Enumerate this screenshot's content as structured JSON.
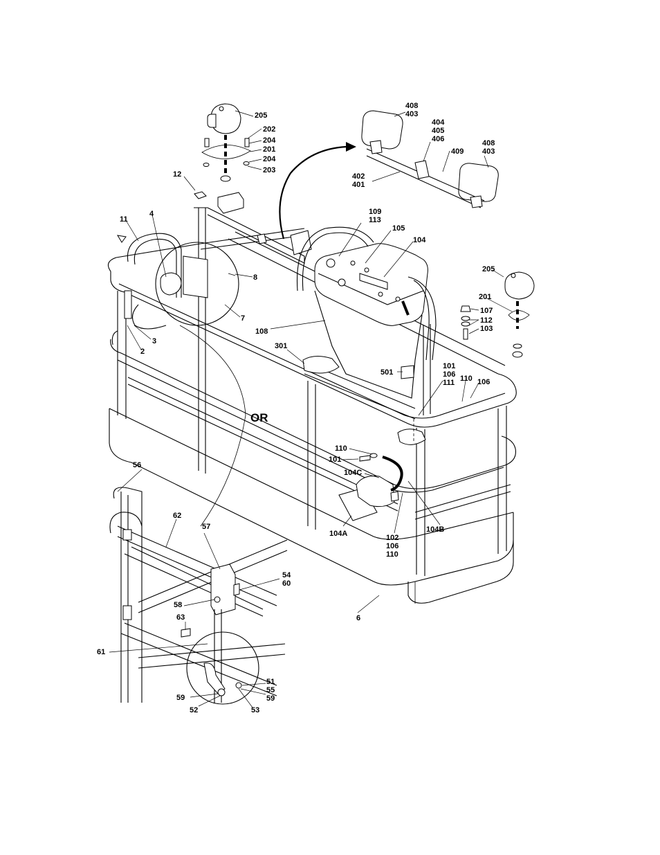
{
  "drawing": {
    "or_label": "OR",
    "callouts": [
      {
        "id": "c205a",
        "text": "205"
      },
      {
        "id": "c202",
        "text": "202"
      },
      {
        "id": "c204a",
        "text": "204"
      },
      {
        "id": "c201a",
        "text": "201"
      },
      {
        "id": "c204b",
        "text": "204"
      },
      {
        "id": "c203",
        "text": "203"
      },
      {
        "id": "c12",
        "text": "12"
      },
      {
        "id": "c408a",
        "text": "408"
      },
      {
        "id": "c403a",
        "text": "403"
      },
      {
        "id": "c404",
        "text": "404"
      },
      {
        "id": "c405",
        "text": "405"
      },
      {
        "id": "c406",
        "text": "406"
      },
      {
        "id": "c409",
        "text": "409"
      },
      {
        "id": "c408b",
        "text": "408"
      },
      {
        "id": "c403b",
        "text": "403"
      },
      {
        "id": "c402",
        "text": "402"
      },
      {
        "id": "c401",
        "text": "401"
      },
      {
        "id": "c11",
        "text": "11"
      },
      {
        "id": "c4",
        "text": "4"
      },
      {
        "id": "c8",
        "text": "8"
      },
      {
        "id": "c7",
        "text": "7"
      },
      {
        "id": "c3",
        "text": "3"
      },
      {
        "id": "c2",
        "text": "2"
      },
      {
        "id": "c109",
        "text": "109"
      },
      {
        "id": "c113",
        "text": "113"
      },
      {
        "id": "c105",
        "text": "105"
      },
      {
        "id": "c104",
        "text": "104"
      },
      {
        "id": "c205b",
        "text": "205"
      },
      {
        "id": "c201b",
        "text": "201"
      },
      {
        "id": "c107",
        "text": "107"
      },
      {
        "id": "c112",
        "text": "112"
      },
      {
        "id": "c103",
        "text": "103"
      },
      {
        "id": "c108",
        "text": "108"
      },
      {
        "id": "c301",
        "text": "301"
      },
      {
        "id": "c501",
        "text": "501"
      },
      {
        "id": "c101a",
        "text": "101"
      },
      {
        "id": "c106a",
        "text": "106"
      },
      {
        "id": "c111",
        "text": "111"
      },
      {
        "id": "c110a",
        "text": "110"
      },
      {
        "id": "c106b",
        "text": "106"
      },
      {
        "id": "c110b",
        "text": "110"
      },
      {
        "id": "c101b",
        "text": "101"
      },
      {
        "id": "c104C",
        "text": "104C"
      },
      {
        "id": "c104A",
        "text": "104A"
      },
      {
        "id": "c102",
        "text": "102"
      },
      {
        "id": "c106c",
        "text": "106"
      },
      {
        "id": "c110c",
        "text": "110"
      },
      {
        "id": "c104B",
        "text": "104B"
      },
      {
        "id": "c56",
        "text": "56"
      },
      {
        "id": "c62",
        "text": "62"
      },
      {
        "id": "c57",
        "text": "57"
      },
      {
        "id": "c54",
        "text": "54"
      },
      {
        "id": "c60",
        "text": "60"
      },
      {
        "id": "c58",
        "text": "58"
      },
      {
        "id": "c63",
        "text": "63"
      },
      {
        "id": "c6",
        "text": "6"
      },
      {
        "id": "c61",
        "text": "61"
      },
      {
        "id": "c51",
        "text": "51"
      },
      {
        "id": "c55",
        "text": "55"
      },
      {
        "id": "c59a",
        "text": "59"
      },
      {
        "id": "c59b",
        "text": "59"
      },
      {
        "id": "c52",
        "text": "52"
      },
      {
        "id": "c53",
        "text": "53"
      }
    ]
  }
}
